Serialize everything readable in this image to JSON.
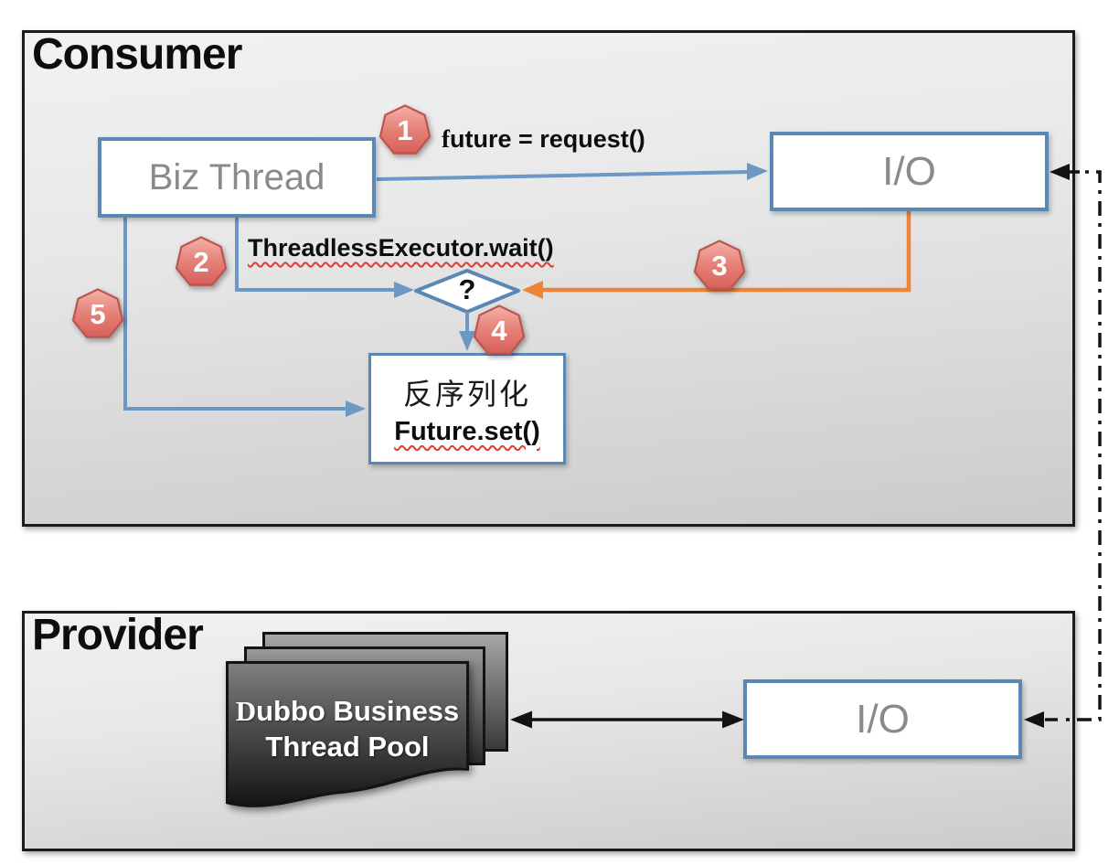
{
  "consumer": {
    "title": "Consumer",
    "biz_thread_label": "Biz Thread",
    "io_label": "I/O",
    "step1_label": "future = request()",
    "step2_label": "ThreadlessExecutor.wait()",
    "decision_label": "?",
    "deserialize_label": "反序列化",
    "future_set_label": "Future.set()"
  },
  "provider": {
    "title": "Provider",
    "thread_pool_line1": "Dubbo Business",
    "thread_pool_line2": "Thread Pool",
    "io_label": "I/O"
  },
  "step_badges": [
    "1",
    "2",
    "3",
    "4",
    "5"
  ],
  "colors": {
    "accent_blue_border": "#5b87b5",
    "arrow_blue": "#6d98c6",
    "arrow_orange": "#ee8435",
    "badge_red": "#d96057",
    "panel_border_black": "#1b1b1b",
    "muted_gray_text": "#8a8a8a",
    "spellcheck_red": "#e03c31"
  }
}
